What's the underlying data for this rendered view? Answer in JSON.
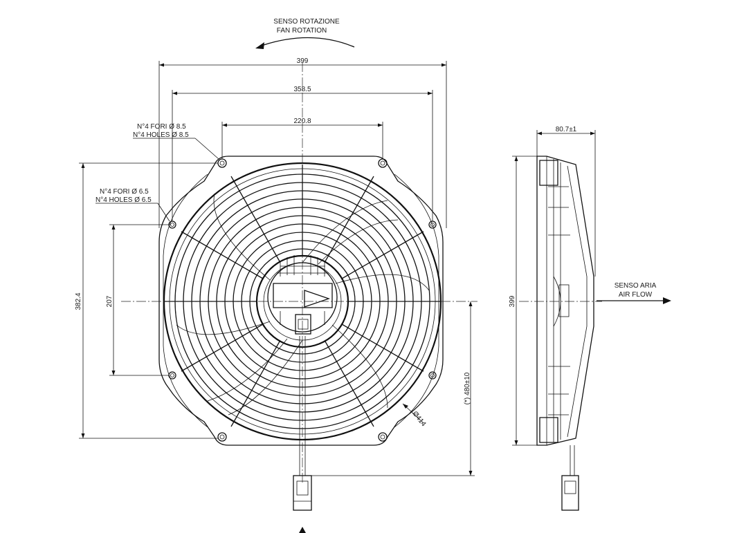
{
  "rotation": {
    "line1": "SENSO ROTAZIONE",
    "line2": "FAN ROTATION"
  },
  "airflow": {
    "line1": "SENSO ARIA",
    "line2": "AIR FLOW"
  },
  "holes_large": {
    "line1": "N°4 FORI Ø 8.5",
    "line2": "N°4 HOLES Ø 8.5"
  },
  "holes_small": {
    "line1": "N°4 FORI Ø 6.5",
    "line2": "N°4 HOLES Ø 6.5"
  },
  "dims": {
    "width_overall": "399",
    "width_holes_outer": "358.5",
    "width_holes_inner": "220.8",
    "height_overall": "382.4",
    "height_holes": "207",
    "cable_length": "(*) 480±10",
    "diameter": "Ø414",
    "side_depth": "80.7±1",
    "side_height": "399"
  },
  "colors": {
    "line": "#111111",
    "background": "#ffffff"
  }
}
